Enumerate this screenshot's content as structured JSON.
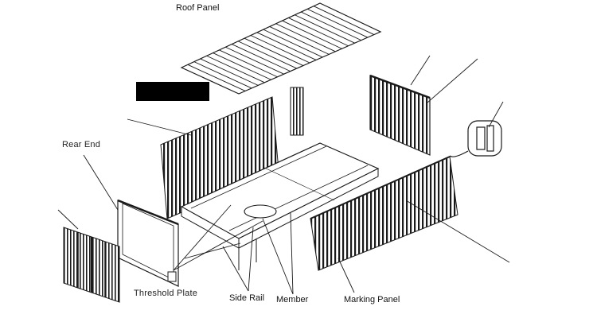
{
  "diagram": {
    "labels": {
      "roof_panel": "Roof Panel",
      "rear_end": "Rear End",
      "threshold_plate": "Threshold Plate",
      "side_rail": "Side Rail",
      "member": "Member",
      "marking_panel": "Marking Panel"
    },
    "colors": {
      "line": "#1a1a1a",
      "background": "#ffffff",
      "redaction": "#000000"
    }
  }
}
